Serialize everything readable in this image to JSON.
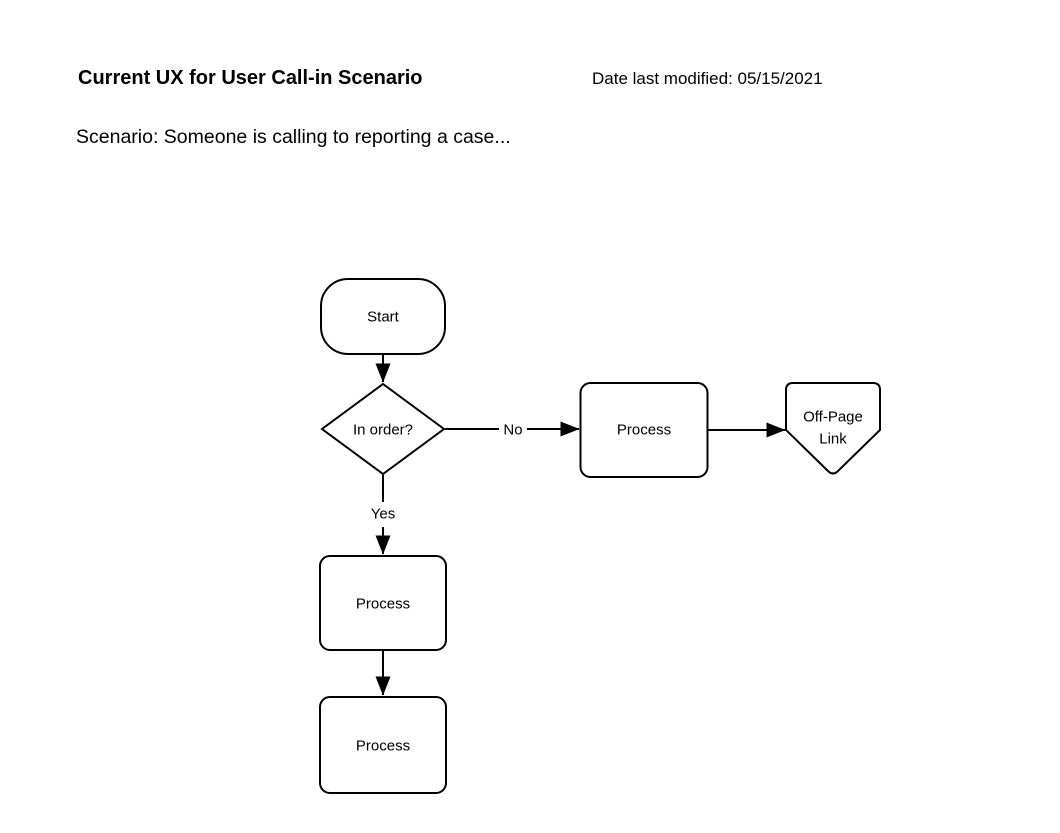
{
  "header": {
    "title": "Current UX for User Call-in Scenario",
    "date_modified": "Date last modified: 05/15/2021",
    "scenario": "Scenario: Someone is calling to reporting a case..."
  },
  "colors": {
    "node_salmon": "#FB8D80",
    "node_white": "#FFFFFF",
    "stroke": "#000000",
    "background": "#FFFFFF"
  },
  "flowchart": {
    "nodes": [
      {
        "id": "start",
        "type": "terminator",
        "label": "Start"
      },
      {
        "id": "in-order",
        "type": "decision",
        "label": "In order?"
      },
      {
        "id": "process-no-branch",
        "type": "process",
        "label": "Process",
        "fill": "salmon"
      },
      {
        "id": "off-page-link",
        "type": "off-page-link",
        "label_lines": [
          "Off-Page",
          "Link"
        ]
      },
      {
        "id": "process-yes-branch",
        "type": "process",
        "label": "Process",
        "fill": "white"
      },
      {
        "id": "process-final",
        "type": "process",
        "label": "Process",
        "fill": "salmon"
      }
    ],
    "edges": [
      {
        "from": "start",
        "to": "in-order",
        "label": ""
      },
      {
        "from": "in-order",
        "to": "process-no-branch",
        "label": "No"
      },
      {
        "from": "process-no-branch",
        "to": "off-page-link",
        "label": ""
      },
      {
        "from": "in-order",
        "to": "process-yes-branch",
        "label": "Yes"
      },
      {
        "from": "process-yes-branch",
        "to": "process-final",
        "label": ""
      }
    ]
  }
}
